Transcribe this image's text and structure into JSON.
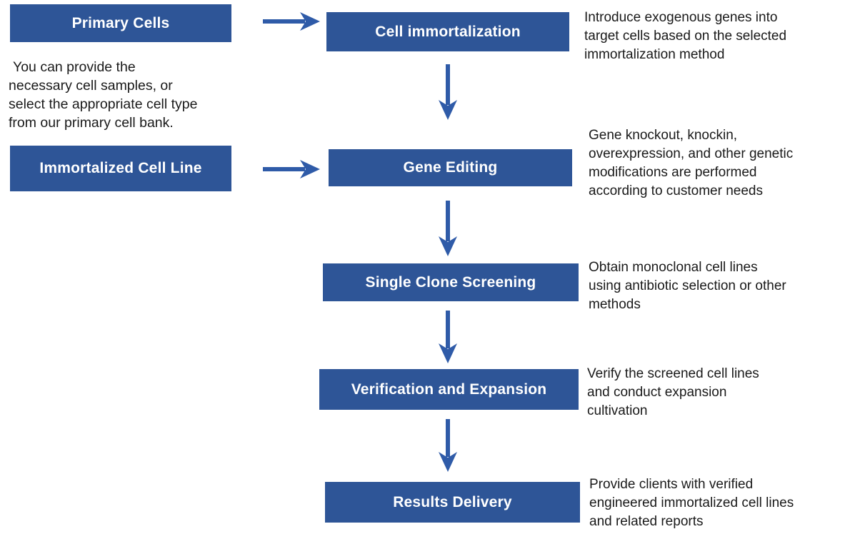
{
  "flowchart": {
    "inputs": {
      "primary_cells": {
        "label": "Primary Cells"
      },
      "note": "You can provide the\nnecessary cell samples, or\nselect the appropriate cell type\nfrom our primary cell bank.",
      "immortalized_cell_line": {
        "label": "Immortalized Cell Line"
      }
    },
    "steps": [
      {
        "label": "Cell immortalization",
        "description": "Introduce exogenous genes into\ntarget cells based on the selected\nimmortalization method"
      },
      {
        "label": "Gene Editing",
        "description": "Gene knockout, knockin,\noverexpression, and other genetic\nmodifications are performed\naccording to customer needs"
      },
      {
        "label": "Single Clone Screening",
        "description": "Obtain monoclonal cell lines\nusing antibiotic selection or other\nmethods"
      },
      {
        "label": "Verification and Expansion",
        "description": "Verify the screened cell lines\nand conduct expansion\ncultivation"
      },
      {
        "label": "Results Delivery",
        "description": "Provide clients with verified\nengineered immortalized cell lines\nand related reports"
      }
    ],
    "colors": {
      "box_fill": "#2E5597",
      "box_text": "#FFFFFF",
      "arrow": "#2F5BA8",
      "body_text": "#1A1A1A",
      "background": "#FFFFFF"
    }
  }
}
